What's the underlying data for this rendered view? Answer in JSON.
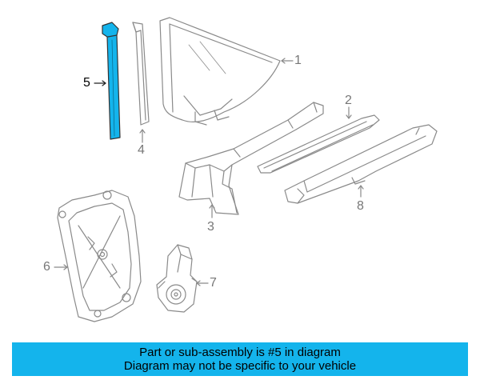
{
  "colors": {
    "highlight": "#14b4ec",
    "line": "#8a8a8a",
    "banner_bg": "#14b4ec",
    "text": "#000000"
  },
  "callouts": [
    {
      "id": "1",
      "label": "1",
      "highlighted": false
    },
    {
      "id": "2",
      "label": "2",
      "highlighted": false
    },
    {
      "id": "3",
      "label": "3",
      "highlighted": false
    },
    {
      "id": "4",
      "label": "4",
      "highlighted": false
    },
    {
      "id": "5",
      "label": "5",
      "highlighted": true
    },
    {
      "id": "6",
      "label": "6",
      "highlighted": false
    },
    {
      "id": "7",
      "label": "7",
      "highlighted": false
    },
    {
      "id": "8",
      "label": "8",
      "highlighted": false
    }
  ],
  "banner": {
    "line1": "Part or sub-assembly is #5 in diagram",
    "line2": "Diagram may not be specific to your vehicle"
  }
}
